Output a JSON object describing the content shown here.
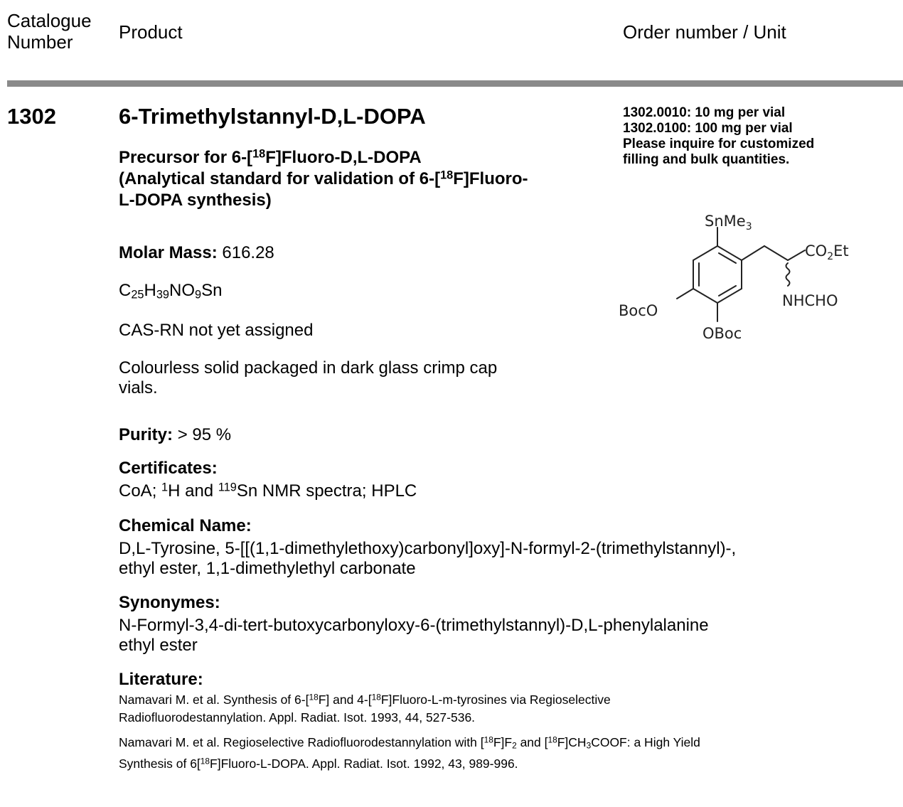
{
  "header": {
    "catalogue_line1": "Catalogue",
    "catalogue_line2": "Number",
    "product": "Product",
    "order": "Order number / Unit"
  },
  "product": {
    "catalogue_number": "1302",
    "title": "6-Trimethylstannyl-D,L-DOPA",
    "subtitle": {
      "line1_pre": "Precursor for 6-[",
      "line1_sup": "18",
      "line1_post": "F]Fluoro-D,L-DOPA",
      "line2_pre": "(Analytical standard for validation of 6-[",
      "line2_sup": "18",
      "line2_post": "F]Fluoro-",
      "line3": "L-DOPA synthesis)"
    },
    "order_lines": [
      "1302.0010: 10 mg per vial",
      "1302.0100: 100 mg per vial",
      "Please inquire for customized",
      "filling and bulk quantities."
    ],
    "molar_mass_label": "Molar Mass:",
    "molar_mass_value": "616.28",
    "formula": {
      "c": "C",
      "c_n": "25",
      "h": "H",
      "h_n": "39",
      "no": "NO",
      "o_n": "9",
      "sn": "Sn"
    },
    "cas": "CAS-RN not yet assigned",
    "description_line1": "Colourless solid packaged in dark glass crimp cap",
    "description_line2": "vials.",
    "purity_label": "Purity:",
    "purity_value": "> 95 %",
    "certificates_label": "Certificates:",
    "certificates": {
      "pre": "CoA; ",
      "sup1": "1",
      "mid": "H and ",
      "sup2": "119",
      "post": "Sn NMR spectra; HPLC"
    },
    "chemical_name_label": "Chemical Name:",
    "chemical_name_line1": "D,L-Tyrosine, 5-[[(1,1-dimethylethoxy)carbonyl]oxy]-N-formyl-2-(trimethylstannyl)-,",
    "chemical_name_line2": "ethyl ester, 1,1-dimethylethyl carbonate",
    "synonyms_label": "Synonymes:",
    "synonyms_line1": "N-Formyl-3,4-di-tert-butoxycarbonyloxy-6-(trimethylstannyl)-D,L-phenylalanine",
    "synonyms_line2": "ethyl ester",
    "literature_label": "Literature:",
    "literature": {
      "ref1": {
        "a": "Namavari M. et al. Synthesis of 6-[",
        "s1": "18",
        "b": "F] and 4-[",
        "s2": "18",
        "c": "F]Fluoro-L-m-tyrosines via Regioselective",
        "line2": "Radiofluorodestannylation. Appl. Radiat. Isot. 1993, 44, 527-536."
      },
      "ref2": {
        "a": "Namavari M. et al. Regioselective Radiofluorodestannylation with [",
        "s1": "18",
        "b": "F]F",
        "sub1": "2",
        "c": " and [",
        "s2": "18",
        "d": "F]CH",
        "sub2": "3",
        "e": "COOF: a High Yield",
        "line2_a": "Synthesis of 6[",
        "line2_s": "18",
        "line2_b": "F]Fluoro-L-DOPA. Appl. Radiat. Isot. 1992, 43, 989-996."
      }
    }
  },
  "structure": {
    "snme3": "SnMe",
    "snme3_sub": "3",
    "co2et_a": "CO",
    "co2et_sub": "2",
    "co2et_b": "Et",
    "nhcho": "NHCHO",
    "boco": "BocO",
    "oboc": "OBoc"
  }
}
